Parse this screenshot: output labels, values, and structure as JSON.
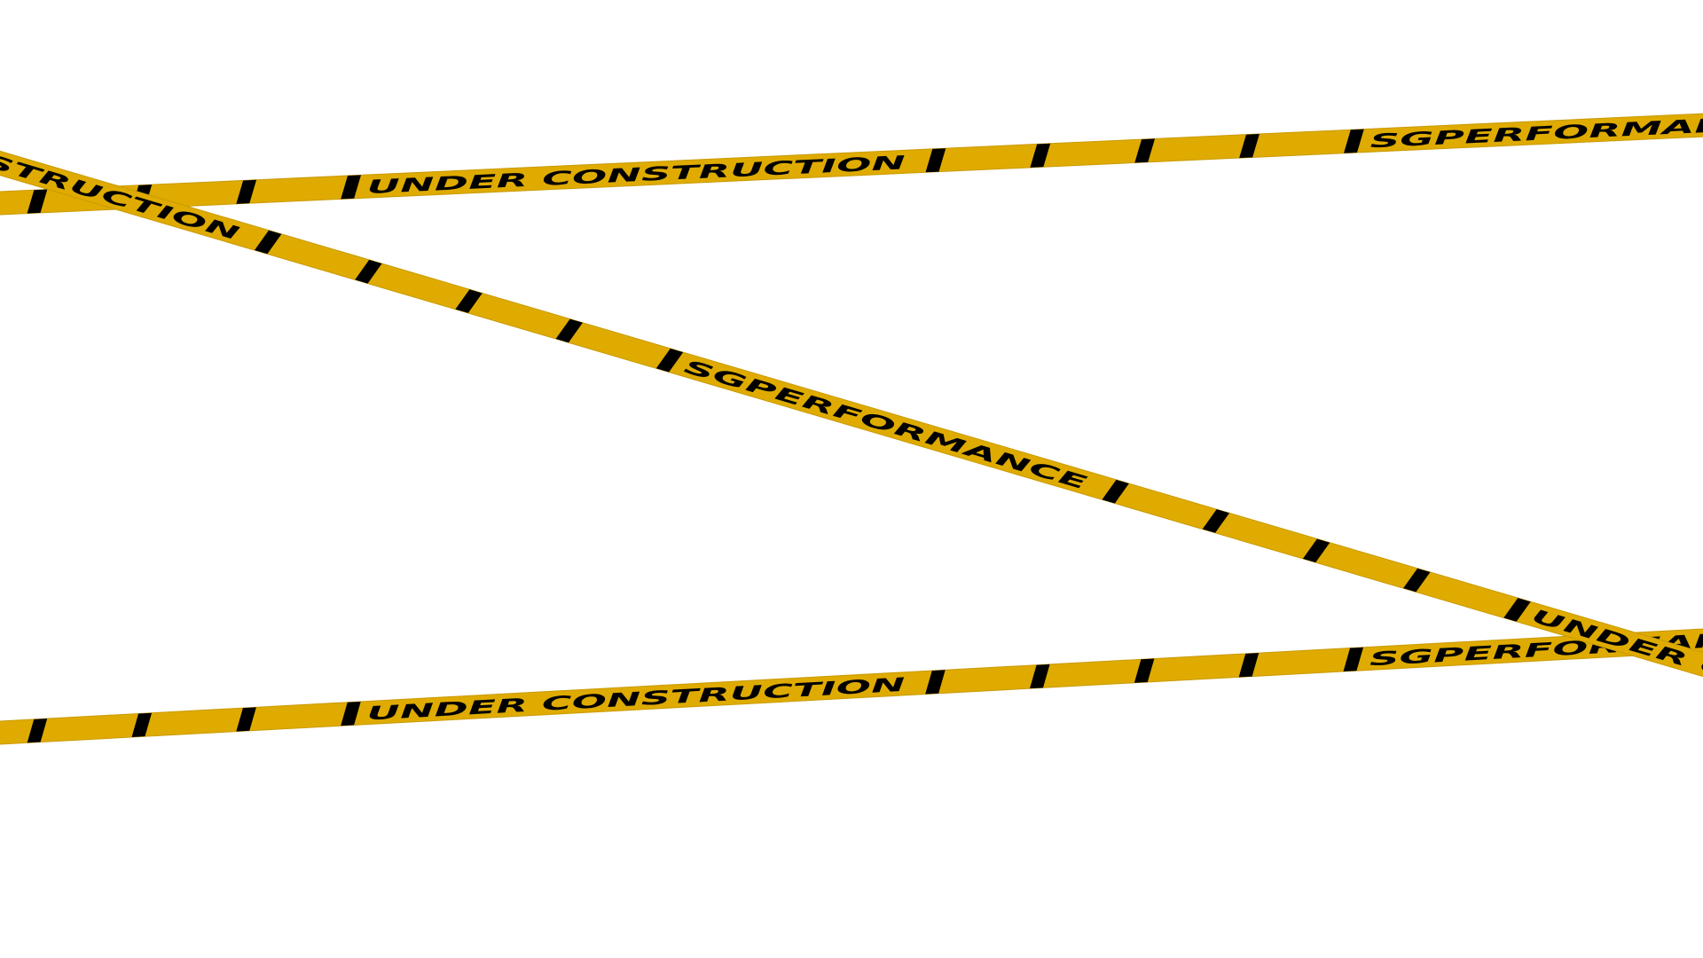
{
  "colors": {
    "tape": "#dfab00",
    "tape_edge": "#c99a00",
    "stripe": "#000000",
    "background": "#ffffff"
  },
  "tapes": [
    {
      "id": "top",
      "labels": [
        "UNDER CONSTRUCTION",
        "SGPERFORMANCE"
      ]
    },
    {
      "id": "bottom",
      "labels": [
        "UNDER CONSTRUCTION",
        "SGPERFORMANCE"
      ]
    },
    {
      "id": "diagonal",
      "labels": [
        "UNDER CONSTRUCTION",
        "SGPERFORMANCE"
      ]
    }
  ]
}
